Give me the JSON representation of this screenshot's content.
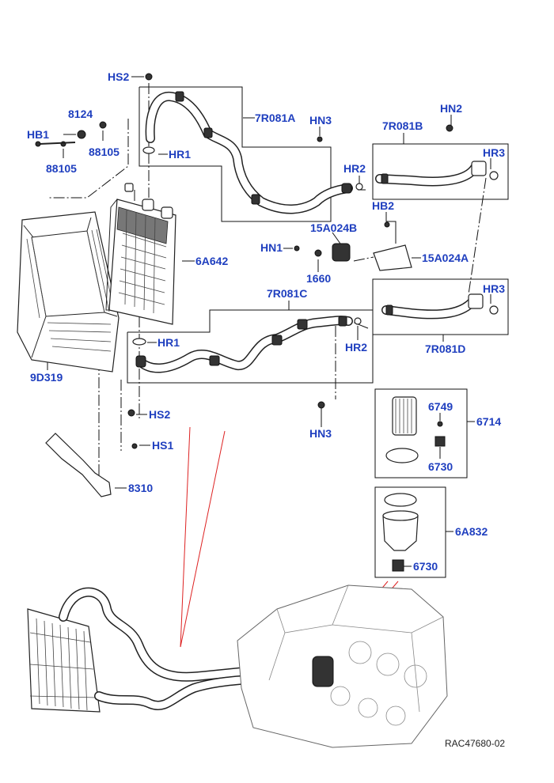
{
  "callouts": {
    "hs2_top": "HS2",
    "n8124": "8124",
    "hb1": "HB1",
    "n88105_a": "88105",
    "n88105_b": "88105",
    "hr1_top": "HR1",
    "n7r081a": "7R081A",
    "hn3_top": "HN3",
    "hn2": "HN2",
    "n7r081b": "7R081B",
    "hr3_top": "HR3",
    "hr2_top": "HR2",
    "hb2": "HB2",
    "n15a024b": "15A024B",
    "hn1": "HN1",
    "n15a024a": "15A024A",
    "n1660": "1660",
    "n6a642": "6A642",
    "n7r081c": "7R081C",
    "hr3_mid": "HR3",
    "hr1_mid": "HR1",
    "hr2_mid": "HR2",
    "n7r081d": "7R081D",
    "n9d319": "9D319",
    "hs2_mid": "HS2",
    "hn3_mid": "HN3",
    "n6749": "6749",
    "n6714": "6714",
    "hs1": "HS1",
    "n6730_a": "6730",
    "n8310": "8310",
    "n6a832": "6A832",
    "n6730_b": "6730"
  },
  "reference": "RAC47680-02",
  "colors": {
    "callout": "#1f3fbf",
    "accent": "#d22222"
  }
}
